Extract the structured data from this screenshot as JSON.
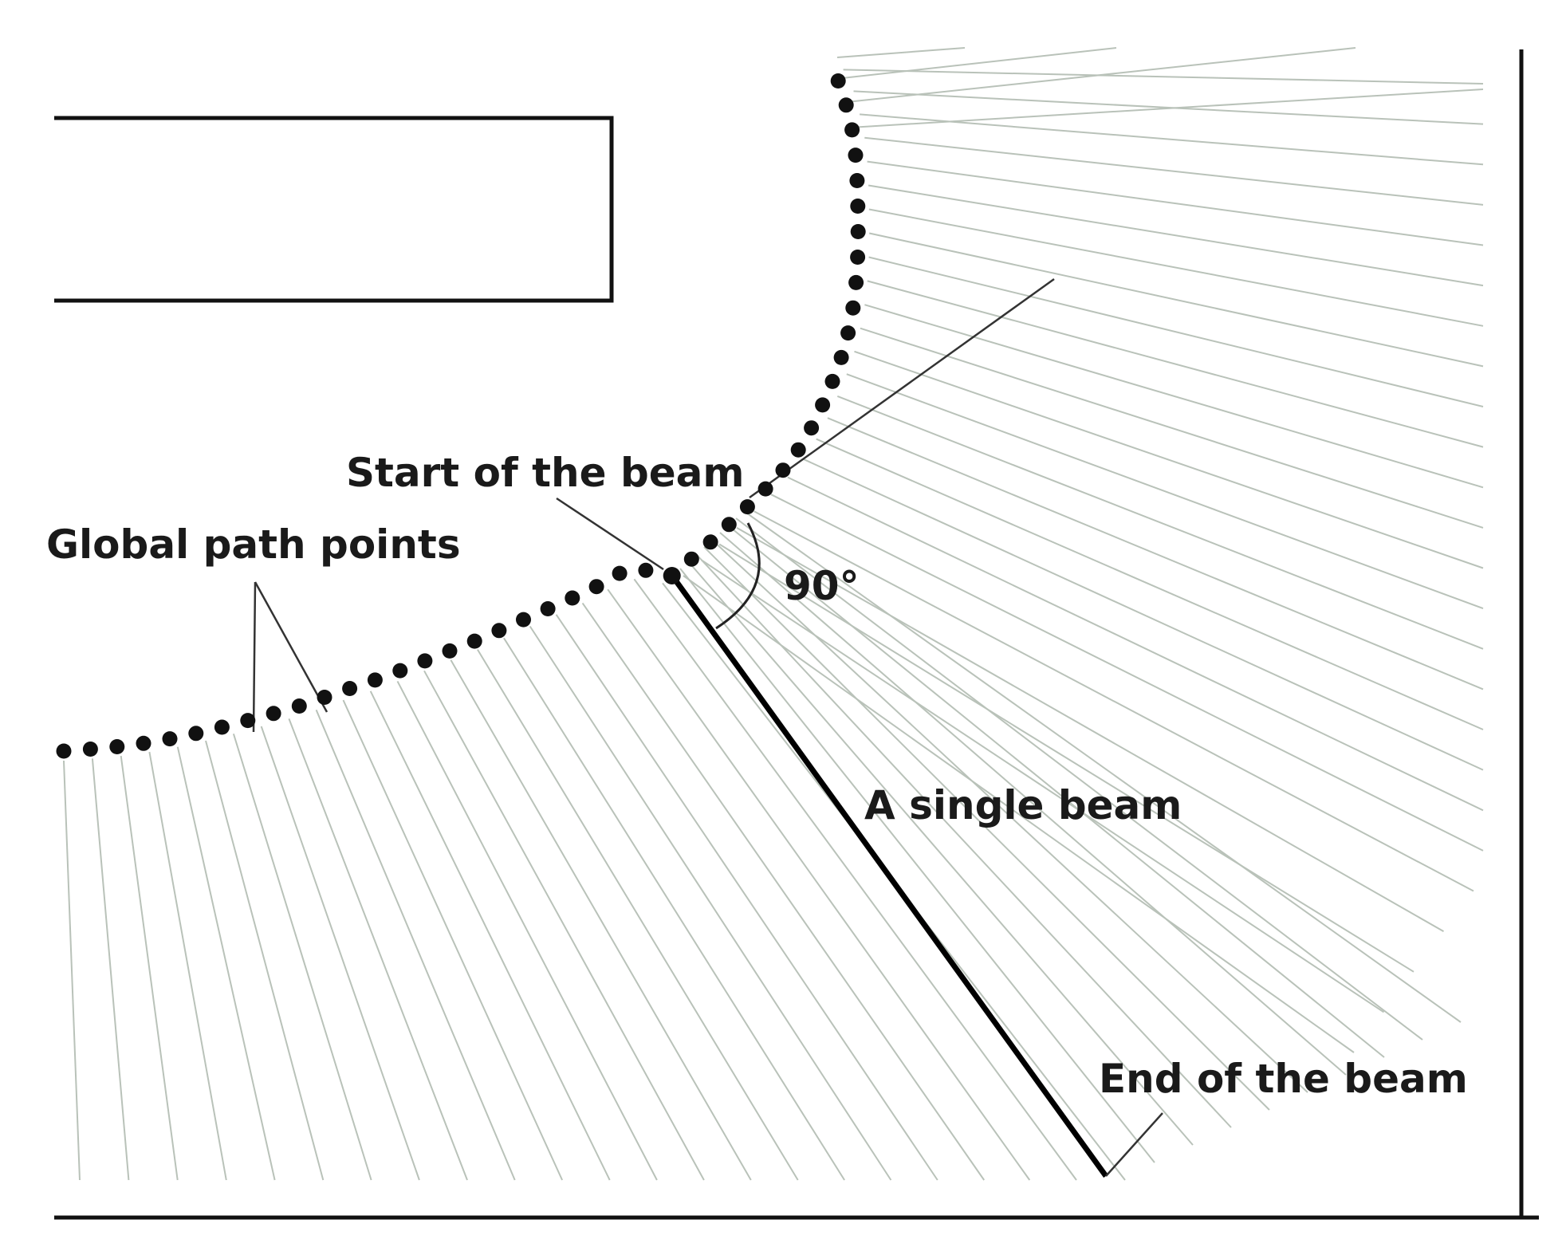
{
  "labels": {
    "start_of_beam": "Start of the beam",
    "global_path_points": "Global path points",
    "angle": "90°",
    "single_beam": "A single beam",
    "end_of_beam": "End of the beam"
  },
  "colors": {
    "beam_lines": "#b9c2b9",
    "ink": "#111111",
    "background": "#ffffff"
  }
}
